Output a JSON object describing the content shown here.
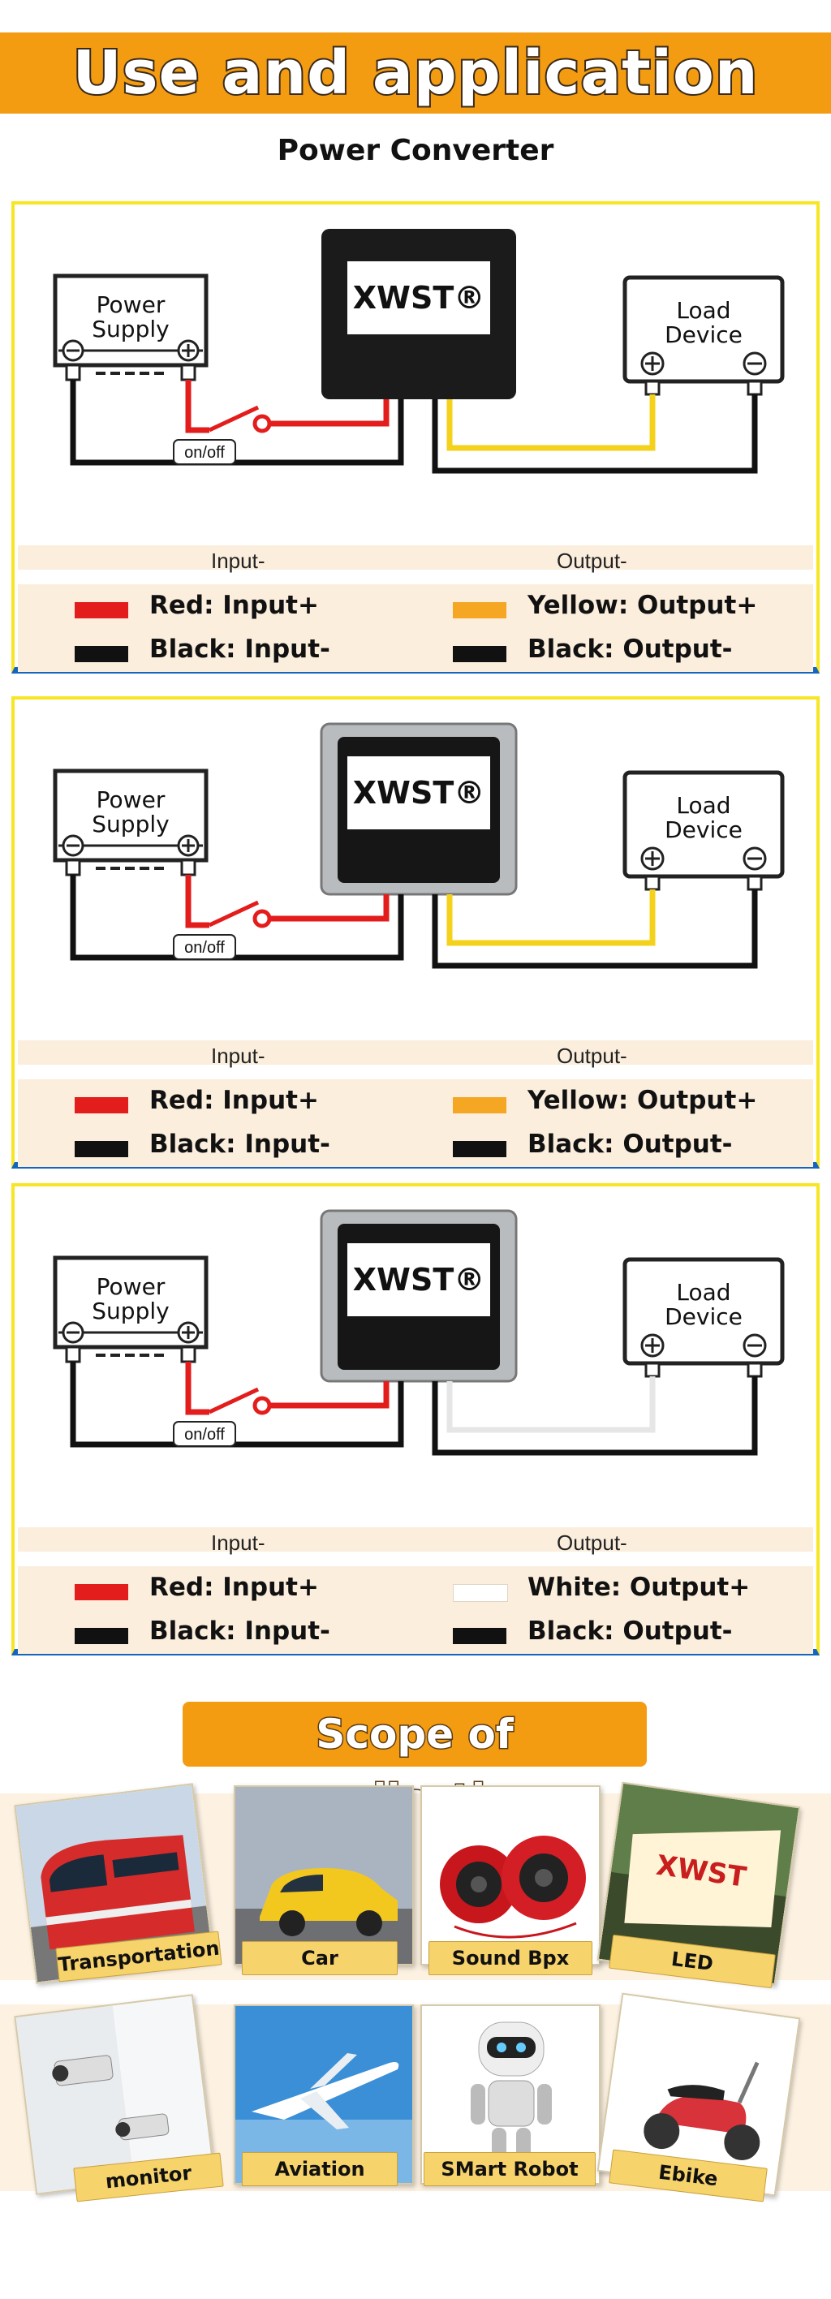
{
  "header": {
    "title": "Use and application",
    "subtitle": "Power Converter"
  },
  "brand": "XWST",
  "colors": {
    "banner": "#f39c12",
    "panel_border": "#f7e624",
    "panel_bottom": "#1565c0",
    "strip": "#fbeedd",
    "red": "#e31c1c",
    "yellow": "#f5a623",
    "white": "#ffffff",
    "black": "#111111"
  },
  "diagrams": [
    {
      "power_supply": "Power\nSupply",
      "load_device": "Load\nDevice",
      "switch_label": "on/off",
      "input_label": "Input-",
      "output_label": "Output-",
      "legend": {
        "red": "Red: Input+",
        "black_in": "Black: Input-",
        "output_plus": "Yellow: Output+",
        "black_out": "Black: Output-"
      }
    },
    {
      "power_supply": "Power\nSupply",
      "load_device": "Load\nDevice",
      "switch_label": "on/off",
      "input_label": "Input-",
      "output_label": "Output-",
      "legend": {
        "red": "Red: Input+",
        "black_in": "Black: Input-",
        "output_plus": "Yellow: Output+",
        "black_out": "Black: Output-"
      }
    },
    {
      "power_supply": "Power\nSupply",
      "load_device": "Load\nDevice",
      "switch_label": "on/off",
      "input_label": "Input-",
      "output_label": "Output-",
      "legend": {
        "red": "Red: Input+",
        "black_in": "Black: Input-",
        "output_plus": "White: Output+",
        "black_out": "Black: Output-"
      }
    }
  ],
  "scope": {
    "title": "Scope of application",
    "items": [
      {
        "label": "Transportation",
        "icon": "train-icon"
      },
      {
        "label": "Car",
        "icon": "car-icon"
      },
      {
        "label": "Sound Bpx",
        "icon": "speaker-icon"
      },
      {
        "label": "LED",
        "icon": "led-sign-icon"
      },
      {
        "label": "monitor",
        "icon": "camera-icon"
      },
      {
        "label": "Aviation",
        "icon": "airplane-icon"
      },
      {
        "label": "SMart Robot",
        "icon": "robot-icon"
      },
      {
        "label": "Ebike",
        "icon": "scooter-icon"
      }
    ]
  }
}
